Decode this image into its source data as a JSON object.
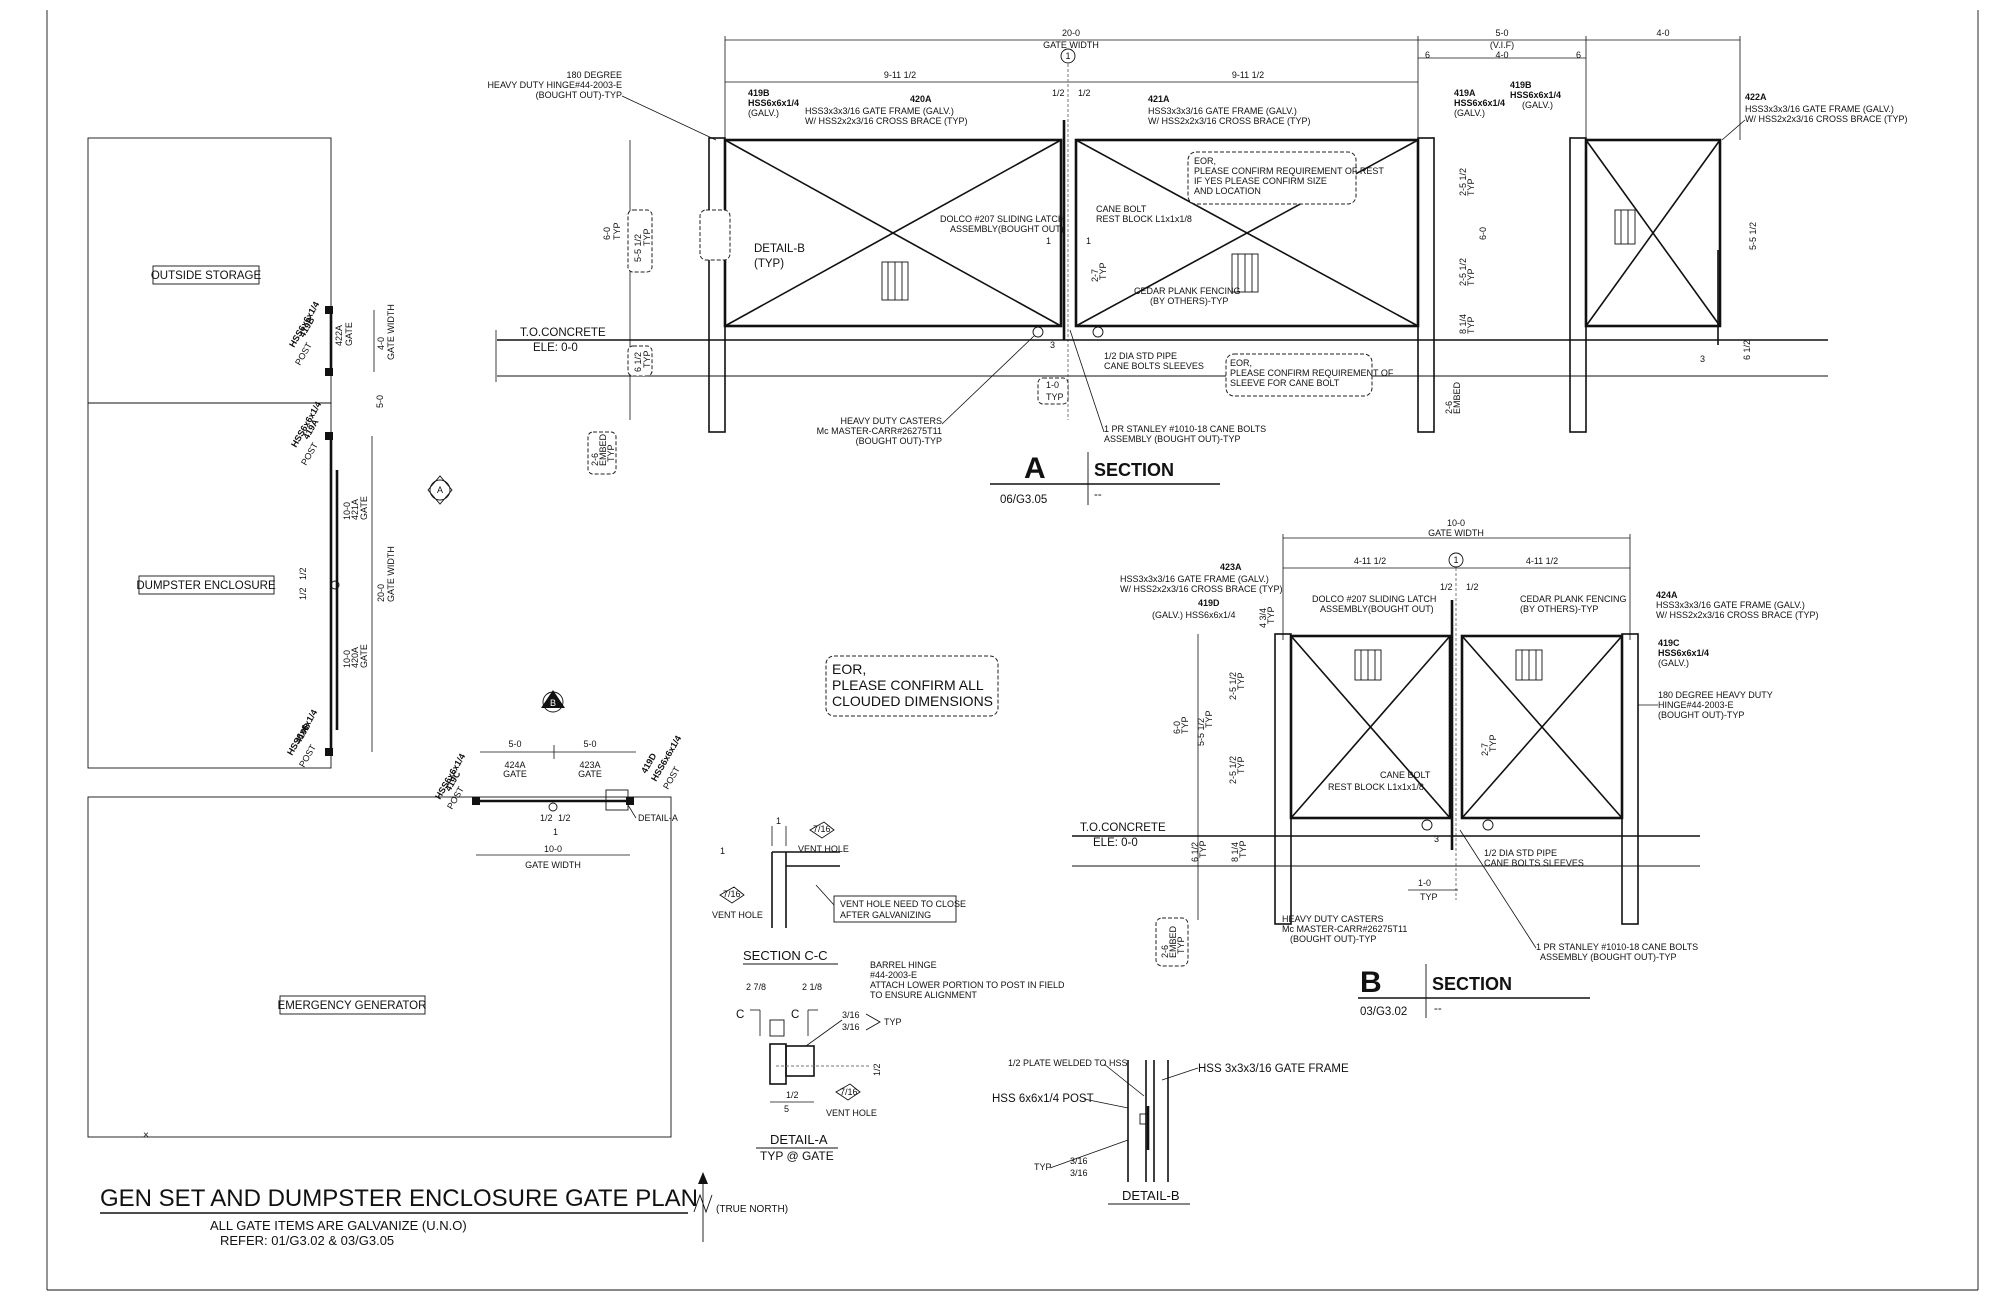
{
  "plan": {
    "outside_storage": "OUTSIDE STORAGE",
    "dumpster_enclosure": "DUMPSTER ENCLOSURE",
    "emergency_generator": "EMERGENCY GENERATOR",
    "title": "GEN SET AND DUMPSTER ENCLOSURE GATE PLAN",
    "note1": "ALL GATE ITEMS ARE GALVANIZE (U.N.O)",
    "note2": "REFER: 01/G3.02 & 03/G3.05",
    "true_north": "(TRUE NORTH)",
    "eor_note": [
      "EOR,",
      "PLEASE CONFIRM ALL",
      "CLOUDED DIMENSIONS"
    ],
    "gate_width": "GATE WIDTH",
    "dim_4_0": "4-0",
    "dim_5_0": "5-0",
    "dim_10_0": "10-0",
    "dim_20_0": "20-0",
    "dim_half": "1/2",
    "dim_1": "1",
    "gate": "GATE",
    "post": "POST",
    "label_422A": "422A",
    "label_421A": "421A",
    "label_420A": "420A",
    "label_424A": "424A",
    "label_423A": "423A",
    "label_419A": "419A",
    "label_419B": "419B",
    "label_419C": "419C",
    "label_419D": "419D",
    "hss6": "HSS6x6x1/4",
    "detail_a_ref": "DETAIL-A",
    "marker_a": "A",
    "marker_b": "B"
  },
  "section_a": {
    "gate_width": "20-0",
    "gate_width_label": "GATE WIDTH",
    "half_left": "9-11 1/2",
    "half_right": "9-11 1/2",
    "dim_5_0": "5-0",
    "vif": "(V.I.F)",
    "dim_4_0": "4-0",
    "dim_4_0b": "4-0",
    "dim_6a": "6",
    "dim_6b": "6",
    "hinge_note": [
      "180 DEGREE",
      "HEAVY DUTY HINGE#44-2003-E",
      "(BOUGHT OUT)-TYP"
    ],
    "post_419B": [
      "419B",
      "HSS6x6x1/4",
      "(GALV.)"
    ],
    "frame_420A": [
      "420A",
      "HSS3x3x3/16 GATE FRAME (GALV.)",
      "W/ HSS2x2x3/16 CROSS BRACE (TYP)"
    ],
    "frame_421A": [
      "421A",
      "HSS3x3x3/16 GATE FRAME (GALV.)",
      "W/ HSS2x2x3/16 CROSS BRACE (TYP)"
    ],
    "post_419A": [
      "419A",
      "HSS6x6x1/4",
      "(GALV.)"
    ],
    "post_419B_r": [
      "419B",
      "HSS6x6x1/4",
      "(GALV.)"
    ],
    "frame_422A": [
      "422A",
      "HSS3x3x3/16 GATE FRAME (GALV.)",
      "W/ HSS2x2x3/16 CROSS BRACE (TYP)"
    ],
    "eor_rest": [
      "EOR,",
      "PLEASE CONFIRM REQUIREMENT OF REST",
      "IF YES PLEASE CONFIRM SIZE",
      "AND LOCATION"
    ],
    "cane_bolt": [
      "CANE BOLT",
      "REST BLOCK L1x1x1/8"
    ],
    "latch": [
      "DOLCO #207 SLIDING LATCH",
      "ASSEMBLY(BOUGHT OUT)"
    ],
    "cedar": [
      "CEDAR PLANK FENCING",
      "(BY OTHERS)-TYP"
    ],
    "detail_b": [
      "DETAIL-B",
      "(TYP)"
    ],
    "to_concrete": [
      "T.O.CONCRETE",
      "ELE: 0-0"
    ],
    "pipe": [
      "1/2 DIA STD PIPE",
      "CANE BOLTS SLEEVES"
    ],
    "eor_sleeve": [
      "EOR,",
      "PLEASE CONFIRM REQUIREMENT OF",
      "SLEEVE FOR CANE BOLT"
    ],
    "casters": [
      "HEAVY DUTY CASTERS",
      "Mc MASTER-CARR#26275T11",
      "(BOUGHT OUT)-TYP"
    ],
    "stanley": [
      "1 PR STANLEY #1010-18 CANE BOLTS",
      "ASSEMBLY (BOUGHT OUT)-TYP"
    ],
    "dim_1_0": "1-0",
    "typ": "TYP",
    "dim_6_0": "6-0",
    "dim_5_5": "5-5 1/2",
    "dim_2_5a": "2-5 1/2",
    "dim_2_5b": "2-5 1/2",
    "dim_8_1_4": "8 1/4",
    "dim_6_1_2": "6 1/2",
    "dim_2_6": "2-6",
    "embed": "EMBED",
    "dim_2_7": "2-7",
    "dim_3": "3",
    "grid_1": "1",
    "title_letter": "A",
    "title_word": "SECTION",
    "title_ref": "06/G3.05",
    "title_scale": "--"
  },
  "section_b": {
    "gate_width": "10-0",
    "gate_width_label": "GATE WIDTH",
    "half_left": "4-11 1/2",
    "half_right": "4-11 1/2",
    "frame_423A": [
      "423A",
      "HSS3x3x3/16 GATE FRAME (GALV.)",
      "W/ HSS2x2x3/16 CROSS BRACE (TYP)"
    ],
    "frame_424A": [
      "424A",
      "HSS3x3x3/16 GATE FRAME (GALV.)",
      "W/ HSS2x2x3/16 CROSS BRACE (TYP)"
    ],
    "post_419D": [
      "419D",
      "(GALV.) HSS6x6x1/4"
    ],
    "post_419C": [
      "419C",
      "HSS6x6x1/4",
      "(GALV.)"
    ],
    "latch": [
      "DOLCO #207 SLIDING LATCH",
      "ASSEMBLY(BOUGHT OUT)"
    ],
    "cedar": [
      "CEDAR PLANK FENCING",
      "(BY OTHERS)-TYP"
    ],
    "hinge": [
      "180 DEGREE HEAVY DUTY",
      "HINGE#44-2003-E",
      "(BOUGHT OUT)-TYP"
    ],
    "cane_bolt": [
      "CANE BOLT",
      "REST BLOCK L1x1x1/8"
    ],
    "to_concrete": [
      "T.O.CONCRETE",
      "ELE: 0-0"
    ],
    "pipe": [
      "1/2 DIA STD PIPE",
      "CANE BOLTS SLEEVES"
    ],
    "casters": [
      "HEAVY DUTY CASTERS",
      "Mc MASTER-CARR#26275T11",
      "(BOUGHT OUT)-TYP"
    ],
    "stanley": [
      "1 PR STANLEY #1010-18 CANE BOLTS",
      "ASSEMBLY (BOUGHT OUT)-TYP"
    ],
    "dim_1_0": "1-0",
    "typ": "TYP",
    "dim_6_0": "6-0",
    "dim_5_5": "5-5 1/2",
    "dim_2_5a": "2-5 1/2",
    "dim_2_5b": "2-5 1/2",
    "dim_4_3": "4 3/4",
    "dim_6_1_2": "6 1/2",
    "dim_8_1_4": "8 1/4",
    "dim_2_6": "2-6",
    "embed": "EMBED",
    "dim_2_7": "2-7",
    "dim_3": "3",
    "grid_1": "1",
    "title_letter": "B",
    "title_word": "SECTION",
    "title_ref": "03/G3.02",
    "title_scale": "--"
  },
  "details": {
    "section_cc": "SECTION C-C",
    "vent_hole": "VENT HOLE",
    "vent_close": [
      "VENT HOLE NEED TO CLOSE",
      "AFTER GALVANIZING"
    ],
    "weld_7_16": "7/16",
    "dim_1": "1",
    "barrel_hinge": [
      "BARREL HINGE",
      "#44-2003-E",
      "ATTACH LOWER PORTION TO POST IN FIELD",
      "TO ENSURE ALIGNMENT"
    ],
    "dim_2_7_8": "2 7/8",
    "dim_2_1_8": "2 1/8",
    "weld_3_16": "3/16",
    "typ": "TYP",
    "c_mark": "C",
    "dim_1_2": "1/2",
    "dim_5": "5",
    "detail_a": "DETAIL-A",
    "detail_a_sub": "TYP @ GATE",
    "plate_welded": "1/2 PLATE WELDED TO HSS",
    "hss_gate_frame": "HSS 3x3x3/16 GATE FRAME",
    "hss_post": "HSS 6x6x1/4 POST",
    "detail_b": "DETAIL-B"
  }
}
